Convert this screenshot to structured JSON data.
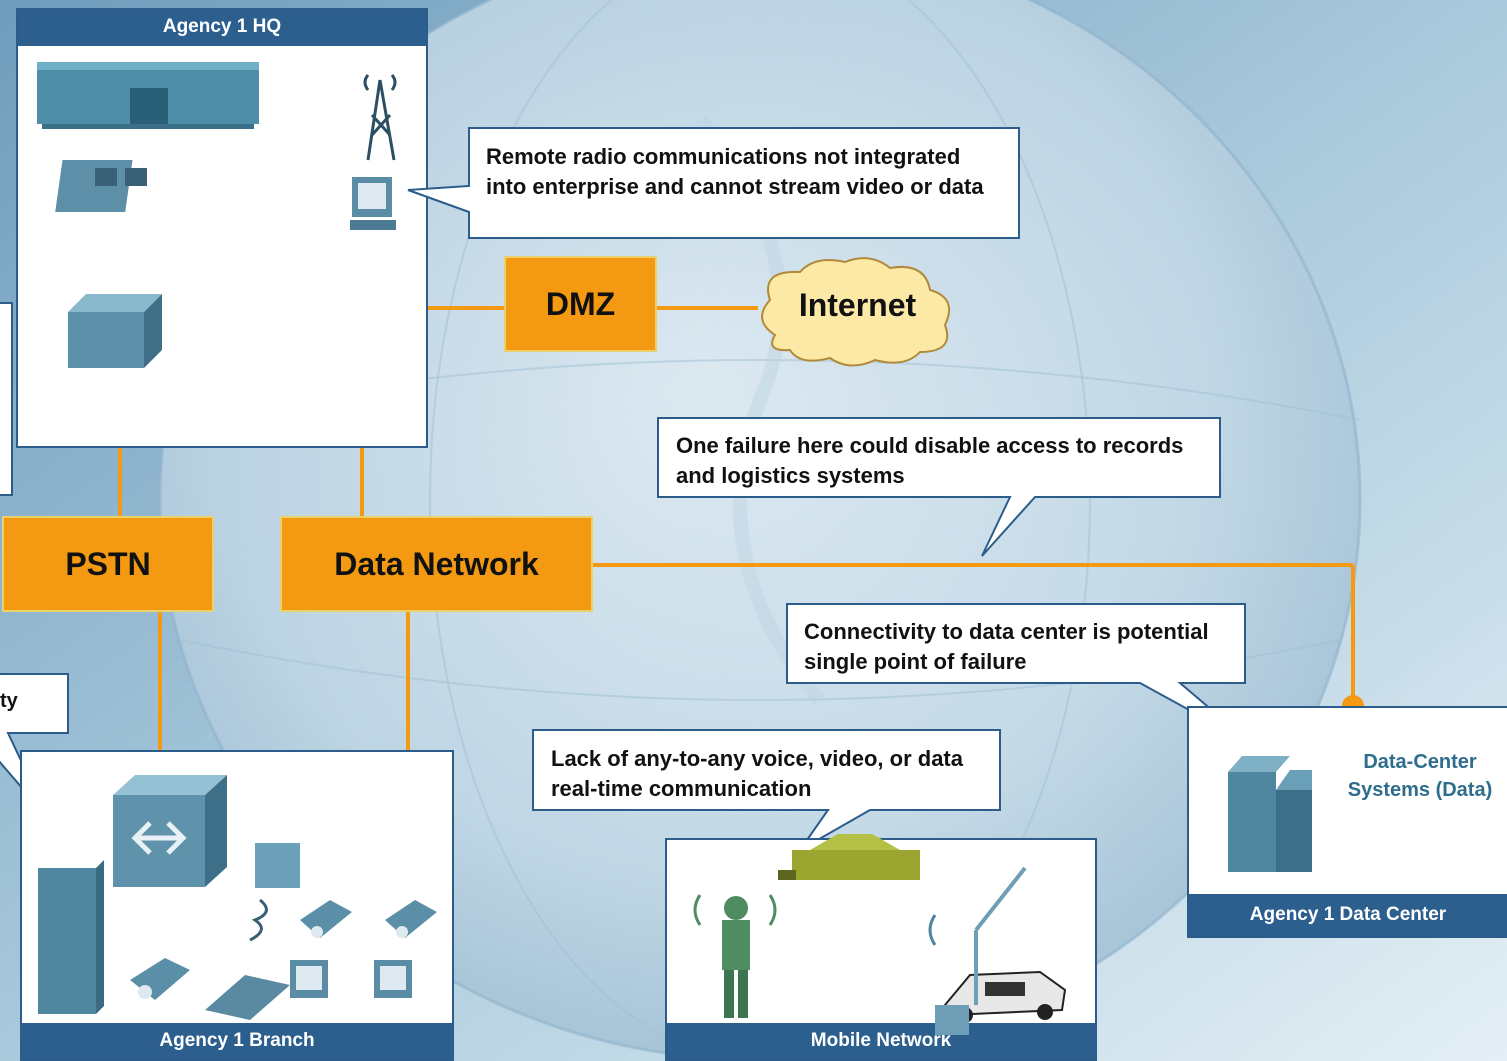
{
  "colors": {
    "accent": "#f39a12",
    "panel_header": "#2c5f8e",
    "link_line": "#f39a12",
    "dc_label": "#2e6d8c",
    "cloud": "#fde9a6"
  },
  "panels": {
    "hq": {
      "title": "Agency 1 HQ"
    },
    "branch": {
      "title": "Agency 1 Branch"
    },
    "mobile": {
      "title": "Mobile Network"
    },
    "datacenter": {
      "title": "Agency 1 Data Center",
      "systems_label": "Data-Center Systems (Data)"
    }
  },
  "nodes": {
    "dmz": "DMZ",
    "internet": "Internet",
    "pstn": "PSTN",
    "data_network": "Data Network"
  },
  "callouts": {
    "radio": "Remote radio communications not integrated into enterprise and cannot stream video or data",
    "failure": "One failure here could disable access to records and logistics systems",
    "connectivity": "Connectivity to data center is potential single point of failure",
    "lack": "Lack of any-to-any voice, video, or data real-time communication",
    "partial": "ty"
  },
  "icons": [
    "building-icon",
    "radio-tower-icon",
    "dispatch-console-icon",
    "pc-icon",
    "server-icon",
    "call-manager-icon",
    "ip-phone-icon",
    "laptop-icon",
    "soldier-icon",
    "vehicle-icon",
    "police-car-icon",
    "datacenter-building-icon"
  ]
}
